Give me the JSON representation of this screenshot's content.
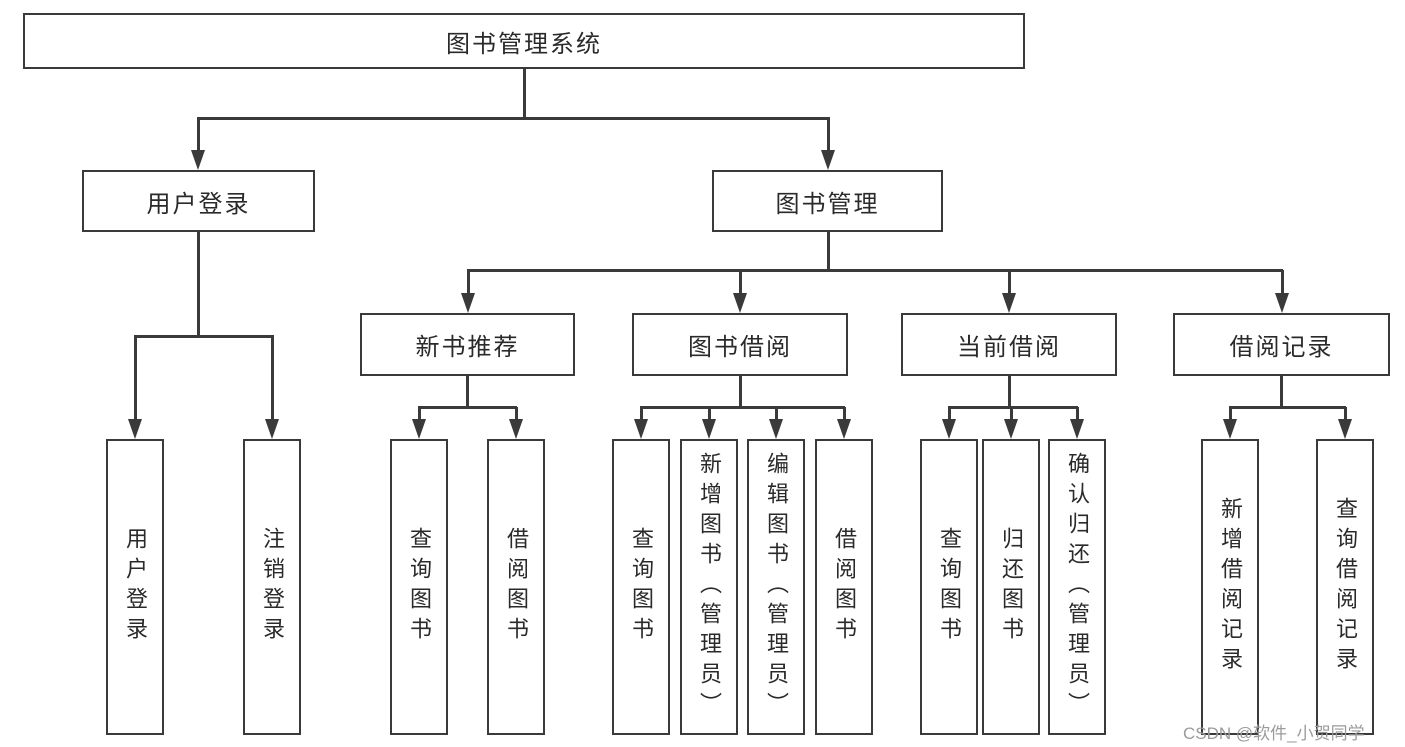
{
  "title": "图书管理系统",
  "level2": [
    {
      "label": "用户登录"
    },
    {
      "label": "图书管理"
    }
  ],
  "level3": [
    {
      "label": "新书推荐"
    },
    {
      "label": "图书借阅"
    },
    {
      "label": "当前借阅"
    },
    {
      "label": "借阅记录"
    }
  ],
  "leaves": [
    {
      "label": "用户登录"
    },
    {
      "label": "注销登录"
    },
    {
      "label": "查询图书"
    },
    {
      "label": "借阅图书"
    },
    {
      "label": "查询图书"
    },
    {
      "label": "新增图书（管理员）"
    },
    {
      "label": "编辑图书（管理员）"
    },
    {
      "label": "借阅图书"
    },
    {
      "label": "查询图书"
    },
    {
      "label": "归还图书"
    },
    {
      "label": "确认归还（管理员）"
    },
    {
      "label": "新增借阅记录"
    },
    {
      "label": "查询借阅记录"
    }
  ],
  "watermark": {
    "text": "CSDN @软件_小贺同学",
    "color": "#9b9b9b"
  },
  "colors": {
    "line": "#3a3a3a",
    "text": "#2a2a2a",
    "background": "#ffffff"
  }
}
